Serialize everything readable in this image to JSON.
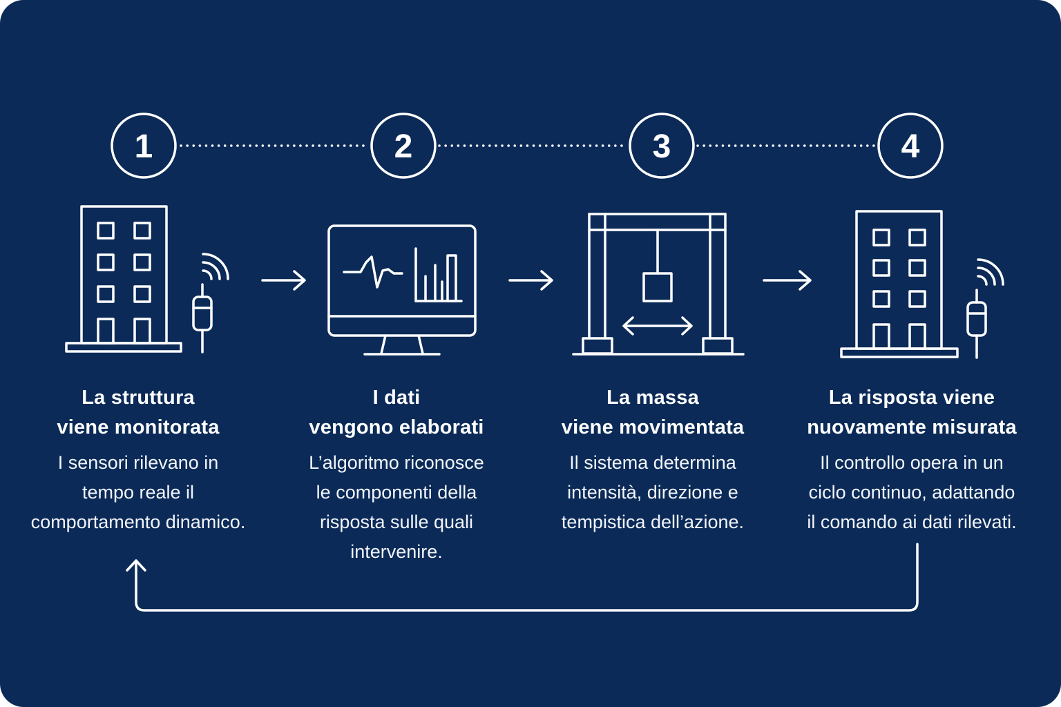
{
  "steps": [
    {
      "number": "1",
      "icon": "building-with-sensor-icon",
      "title": [
        "La struttura",
        "viene monitorata"
      ],
      "description": [
        "I sensori rilevano in",
        "tempo reale il",
        "comportamento dinamico."
      ]
    },
    {
      "number": "2",
      "icon": "monitor-with-graphs-icon",
      "title": [
        "I dati",
        "vengono elaborati"
      ],
      "description": [
        "L’algoritmo riconosce",
        "le componenti della",
        "risposta sulle quali",
        "intervenire."
      ]
    },
    {
      "number": "3",
      "icon": "moving-mass-frame-icon",
      "title": [
        "La massa",
        "viene movimentata"
      ],
      "description": [
        "Il sistema determina",
        "intensità, direzione e",
        "tempistica dell’azione."
      ]
    },
    {
      "number": "4",
      "icon": "building-with-sensor-icon",
      "title": [
        "La risposta viene",
        "nuovamente misurata"
      ],
      "description": [
        "Il controllo opera in un",
        "ciclo continuo, adattando",
        "il comando ai dati rilevati."
      ]
    }
  ],
  "colors": {
    "background": "#0b2a57",
    "foreground": "#ffffff"
  },
  "connectors": {
    "between_numbers": "dotted-line",
    "between_icons": "arrow-right-icon",
    "feedback_loop": "loop-arrow-up-icon"
  }
}
